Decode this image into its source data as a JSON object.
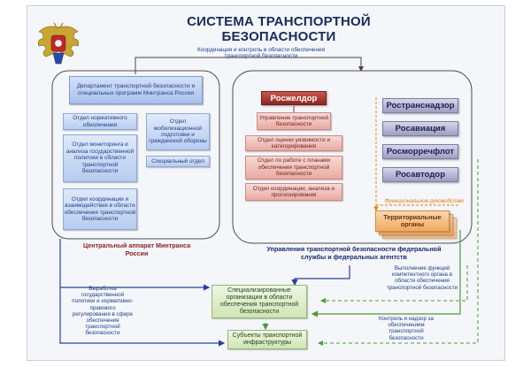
{
  "title": "СИСТЕМА ТРАНСПОРТНОЙ БЕЗОПАСНОСТИ",
  "top_link": "Координация и контроль в области обеспечения транспортной безопасности",
  "left_group": {
    "department": "Департамент транспортной безопасности и специальных программ Минтранса России",
    "units": [
      "Отдел нормативного обеспечения",
      "Отдел мониторинга и анализа государственной политики в области транспортной безопасности",
      "Отдел координации и взаимодействия в области обеспечения транспортной безопасности"
    ],
    "mob_unit": "Отдел мобилизационной подготовки и гражданской обороны",
    "special_unit": "Специальный отдел",
    "caption": "Центральный аппарат Минтранса России"
  },
  "right_group": {
    "main_agency": "Росжелдор",
    "units": [
      "Управление транспортной безопасности",
      "Отдел оценки уязвимости и категорирования",
      "Отдел по работе с планами обеспечения транспортной безопасности",
      "Отдел координации, анализа и прогнозирования"
    ],
    "agencies": [
      "Ространснадзор",
      "Росавиация",
      "Росморречфлот",
      "Росавтодор"
    ],
    "functional_label": "Функциональное руководство",
    "territorial": "Территориальные органы",
    "caption": "Управления транспортной безопасности федеральной службы и федеральных агентств"
  },
  "bottom": {
    "specialized": "Специализированные организации в области обеспечения транспортной безопасности",
    "subjects": "Субъекты транспортной инфраструктуры",
    "policy_note": "Выработка государственной политики и нормативно-правового регулирования в сфере обеспечения транспортной безопасности",
    "competent_note": "Выполнение функций компетентного органа в области обеспечения транспортной безопасности",
    "control_note": "Контроль и надзор за обеспечением транспортной безопасности"
  },
  "colors": {
    "navy_line": "#2b3f9a",
    "green_line": "#4f9a3a",
    "frame_line": "#4f4f4f",
    "red_box": "#a8372f",
    "purple_box": "#b4b4d4",
    "orange_box": "#f3b372"
  },
  "icons": {
    "emblem": "double-headed-eagle-emblem"
  }
}
